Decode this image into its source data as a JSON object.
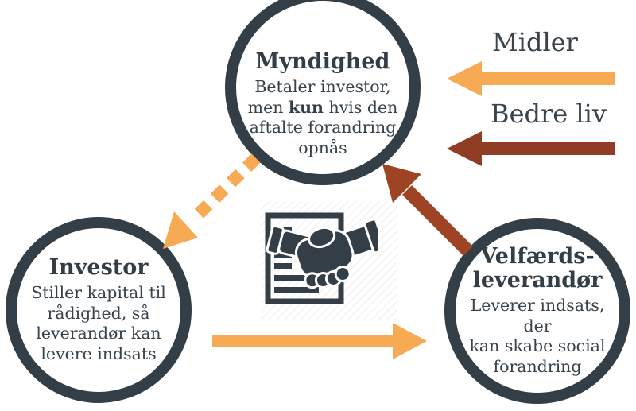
{
  "legend": {
    "midler_label": "Midler",
    "bedre_liv_label": "Bedre liv"
  },
  "nodes": {
    "myndighed": {
      "title": "Myndighed",
      "line1": "Betaler investor,",
      "line2_pre": "men ",
      "line2_bold": "kun",
      "line2_post": " hvis den",
      "line3": "aftalte forandring",
      "line4": "opnås"
    },
    "investor": {
      "title": "Investor",
      "line1": "Stiller kapital til",
      "line2": "rådighed, så",
      "line3": "leverandør kan",
      "line4": "levere indsats"
    },
    "velfaerd": {
      "title_line1": "Velfærds-",
      "title_line2": "leverandør",
      "line1": "Leverer indsats, der",
      "line2": "kan skabe social",
      "line3": "forandring"
    }
  },
  "icons": {
    "center_icon": "contract-handshake-icon"
  },
  "colors": {
    "slate": "#333e47",
    "orange": "#f6aa53",
    "rust": "#9e4323",
    "brown": "#8f3d24",
    "text": "#38424a"
  }
}
